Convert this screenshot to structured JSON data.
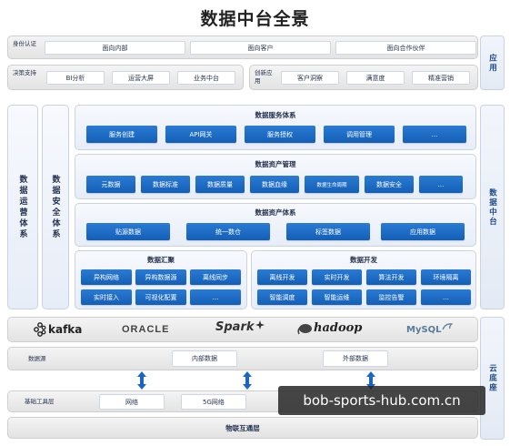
{
  "title": "数据中台全景",
  "top_rows": {
    "identity": {
      "label": "身份认证",
      "items": [
        "面向内部",
        "面向客户",
        "面向合作伙伴"
      ]
    },
    "decision": {
      "label": "决策支持",
      "items": [
        "BI分析",
        "运营大屏",
        "业务中台"
      ]
    },
    "innovation": {
      "label": "创新应用",
      "items": [
        "客户洞察",
        "满意度",
        "精准营销"
      ]
    }
  },
  "right_labels": [
    "应用",
    "数据中台",
    "云底座"
  ],
  "left_columns": [
    "数据运营体系",
    "数据安全体系"
  ],
  "service": {
    "title": "数据服务体系",
    "items": [
      "服务创建",
      "API网关",
      "服务授权",
      "调用管理",
      "..."
    ]
  },
  "asset_mgmt": {
    "title": "数据资产管理",
    "items": [
      "元数据",
      "数据标准",
      "数据质量",
      "数据血缘",
      "数据生命周期",
      "数据安全",
      "..."
    ]
  },
  "asset_sys": {
    "title": "数据资产体系",
    "items": [
      "贴源数据",
      "统一数仓",
      "标签数据",
      "应用数据"
    ]
  },
  "gather": {
    "title": "数据汇聚",
    "items": [
      "异构网络",
      "异构数据源",
      "离线同步",
      "实时接入",
      "可视化配置",
      "..."
    ]
  },
  "develop": {
    "title": "数据开发",
    "items": [
      "离线开发",
      "实时开发",
      "算法开发",
      "环境隔离",
      "智能调度",
      "智能运维",
      "监控告警",
      "..."
    ]
  },
  "tech_logos": [
    "kafka",
    "ORACLE",
    "Spark",
    "hadoop",
    "MySQL"
  ],
  "datasource": {
    "label": "数据源",
    "items": [
      "内部数据",
      "外部数据"
    ]
  },
  "infra": {
    "label": "基础工具层",
    "items": [
      "网络",
      "5G网络"
    ]
  },
  "iot": {
    "label": "物联互通层"
  },
  "watermark": "bob-sports-hub.com.cn",
  "colors": {
    "accent_blue": "#1a66c0",
    "panel_border": "#c9d3e3"
  }
}
